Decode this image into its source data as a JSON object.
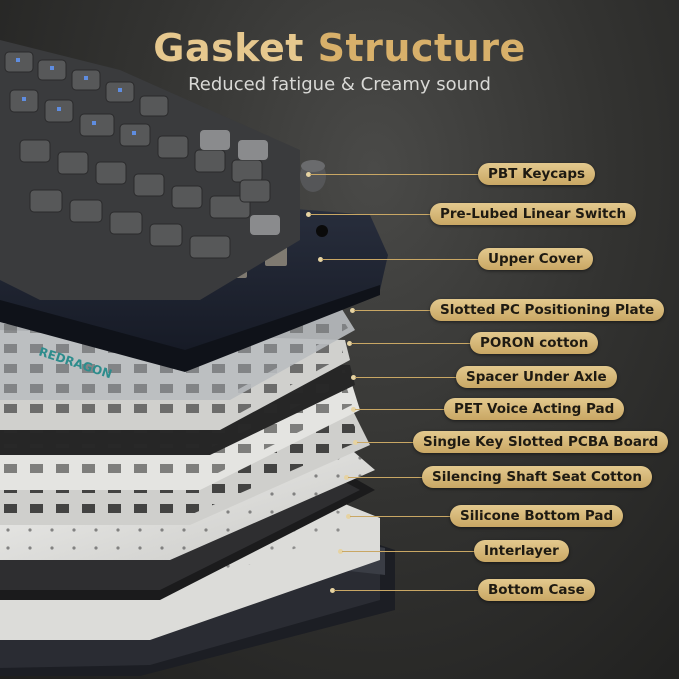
{
  "title": {
    "word1": "Gasket",
    "word2": "Structure"
  },
  "subtitle": "Reduced fatigue & Creamy sound",
  "brand_logo": "REDRAGON",
  "labels": [
    "PBT Keycaps",
    "Pre-Lubed Linear Switch",
    "Upper Cover",
    "Slotted PC Positioning Plate",
    "PORON cotton",
    "Spacer Under Axle",
    "PET Voice Acting Pad",
    "Single Key Slotted PCBA Board",
    "Silencing Shaft Seat Cotton",
    "Silicone Bottom Pad",
    "Interlayer",
    "Bottom Case"
  ],
  "colors": {
    "gold": "#d8b06a",
    "label_bg": "#d9bc7c",
    "label_text": "#1e1a12"
  }
}
